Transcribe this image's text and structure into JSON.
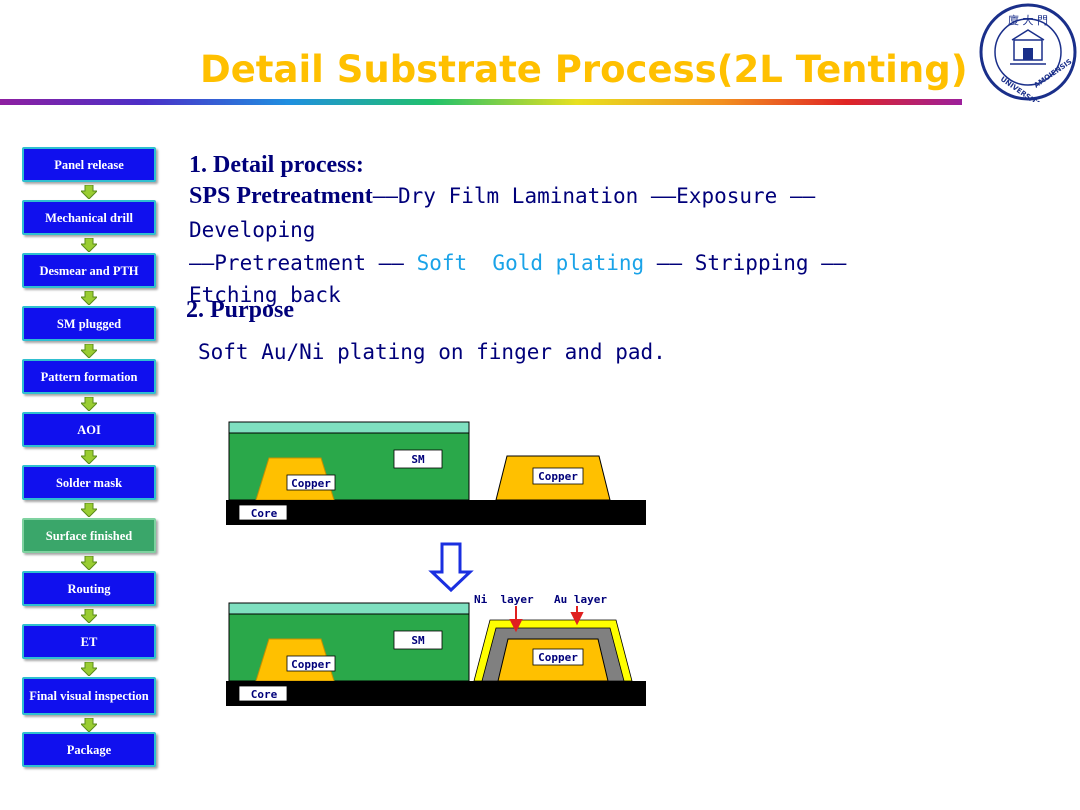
{
  "title": "Detail Substrate Process(2L Tenting)",
  "flow_steps": [
    {
      "label": "Panel release"
    },
    {
      "label": "Mechanical drill"
    },
    {
      "label": "Desmear and PTH"
    },
    {
      "label": "SM plugged"
    },
    {
      "label": "Pattern formation"
    },
    {
      "label": "AOI"
    },
    {
      "label": "Solder mask"
    },
    {
      "label": "Surface finished"
    },
    {
      "label": "Routing"
    },
    {
      "label": "ET"
    },
    {
      "label": "Final visual inspection"
    },
    {
      "label": "Package"
    }
  ],
  "detail": {
    "heading": "1. Detail process:",
    "line1_bold": "SPS Pretreatment",
    "line1_rest": "——Dry Film Lamination ——Exposure ——",
    "line2": "Developing",
    "line3_a": "——Pretreatment —— ",
    "line3_cyan": "Soft  Gold plating",
    "line3_b": " —— Stripping ——",
    "line4": "Etching back"
  },
  "purpose": {
    "heading": "2. Purpose",
    "text": "Soft Au/Ni plating on finger and pad."
  },
  "diagram": {
    "before": {
      "sm": "SM",
      "copper_left": "Copper",
      "copper_right": "Copper",
      "core": "Core"
    },
    "after": {
      "sm": "SM",
      "copper_left": "Copper",
      "copper_right": "Copper",
      "core": "Core",
      "ni_layer": "Ni  layer",
      "au_layer": "Au layer"
    }
  },
  "colors": {
    "title": "#ffc000",
    "flow_box": "#1010ee",
    "flow_box_active": "#3aa66a",
    "text": "#00007a",
    "highlight": "#1aa3e8",
    "copper": "#ffc000",
    "solder_mask": "#2aa84a",
    "au_layer": "#ffff00",
    "ni_layer": "#808080"
  }
}
